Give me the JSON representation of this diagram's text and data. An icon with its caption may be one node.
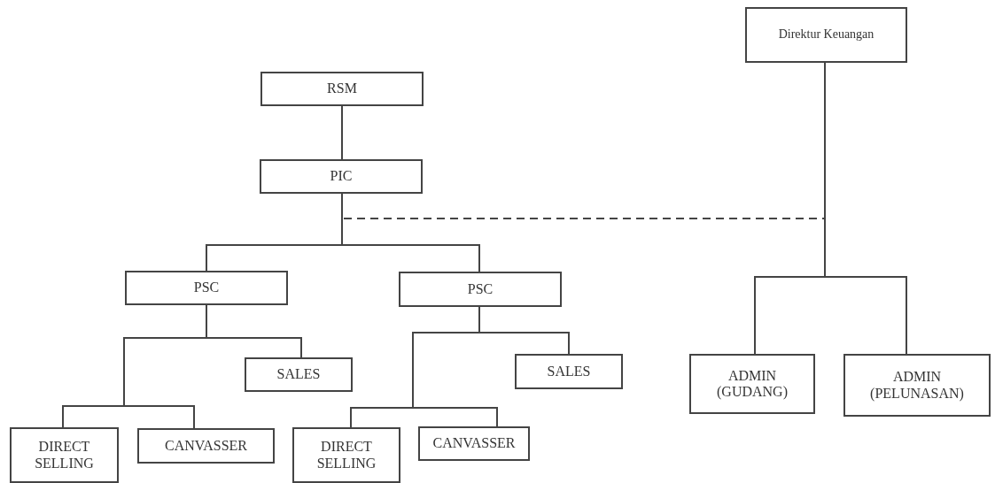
{
  "diagram": {
    "nodes": [
      {
        "text": [
          "Direktur Keuangan"
        ]
      },
      {
        "text": [
          "RSM"
        ]
      },
      {
        "text": [
          "PIC"
        ]
      },
      {
        "text": [
          "PSC"
        ]
      },
      {
        "text": [
          "PSC"
        ]
      },
      {
        "text": [
          "SALES"
        ]
      },
      {
        "text": [
          "SALES"
        ]
      },
      {
        "text": [
          "DIRECT SELLING"
        ]
      },
      {
        "text": [
          "CANVASSER"
        ]
      },
      {
        "text": [
          "DIRECT SELLING"
        ]
      },
      {
        "text": [
          "CANVASSER"
        ]
      },
      {
        "text": [
          "ADMIN (GUDANG)"
        ]
      },
      {
        "text": [
          "ADMIN (PELUNASAN)"
        ]
      }
    ],
    "edges": [
      {
        "from": 1,
        "to": 2,
        "arrow": "none"
      },
      {
        "from": 2,
        "to": 3,
        "arrow": "none"
      },
      {
        "from": 2,
        "to": 4,
        "arrow": "none"
      },
      {
        "from": 3,
        "to": 5,
        "arrow": "none"
      },
      {
        "from": 3,
        "to": 7,
        "arrow": "none"
      },
      {
        "from": 3,
        "to": 8,
        "arrow": "none"
      },
      {
        "from": 4,
        "to": 6,
        "arrow": "none"
      },
      {
        "from": 4,
        "to": 9,
        "arrow": "none"
      },
      {
        "from": 4,
        "to": 10,
        "arrow": "none"
      },
      {
        "from": 0,
        "to": 11,
        "arrow": "none"
      },
      {
        "from": 0,
        "to": 12,
        "arrow": "none"
      },
      {
        "from": 2,
        "to": 0,
        "arrow": "none",
        "style": "dashed"
      }
    ]
  }
}
